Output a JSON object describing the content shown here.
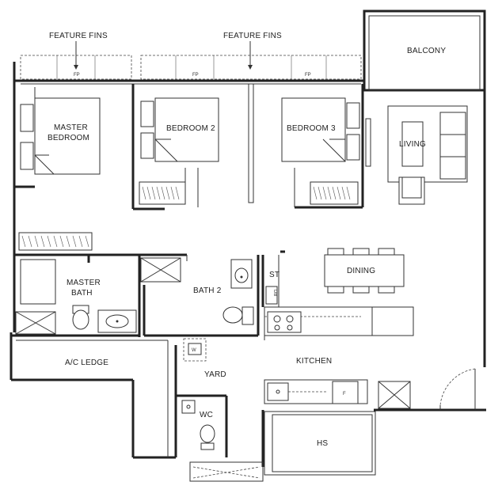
{
  "labels": {
    "feature_fins_left": "FEATURE FINS",
    "feature_fins_right": "FEATURE FINS",
    "fp_1": "FP",
    "fp_2": "FP",
    "fp_3": "FP",
    "balcony": "BALCONY",
    "master_bedroom_line1": "MASTER",
    "master_bedroom_line2": "BEDROOM",
    "bedroom2": "BEDROOM 2",
    "bedroom3": "BEDROOM 3",
    "living": "LIVING",
    "dining": "DINING",
    "master_bath_line1": "MASTER",
    "master_bath_line2": "BATH",
    "bath2": "BATH 2",
    "st": "ST",
    "db": "DB",
    "ac_ledge": "A/C LEDGE",
    "w": "W",
    "yard": "YARD",
    "kitchen": "KITCHEN",
    "f": "F",
    "wc": "WC",
    "hs": "HS"
  }
}
